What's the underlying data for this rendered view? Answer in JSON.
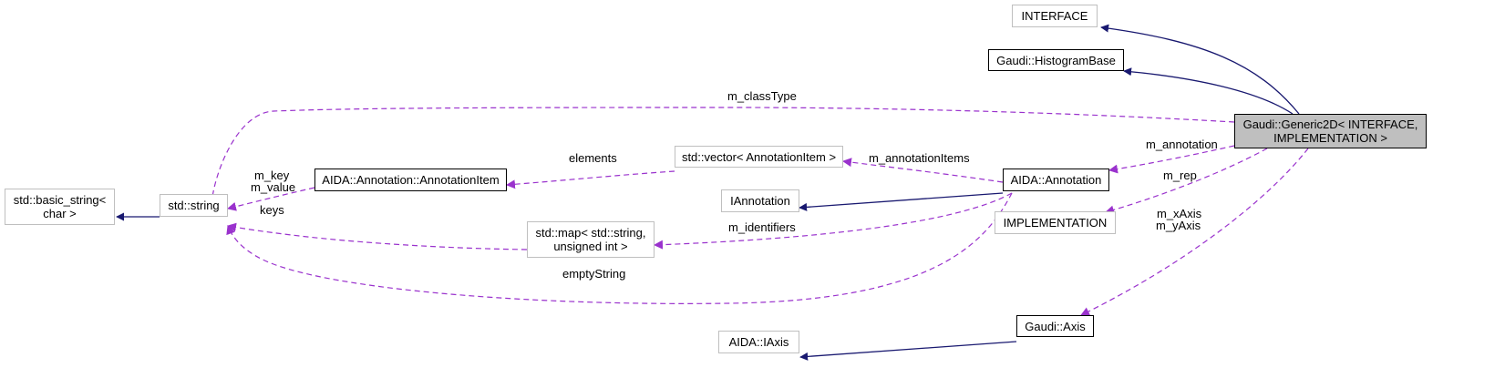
{
  "diagram": {
    "colors": {
      "inherit": "#191970",
      "member": "#9a32cd",
      "node_border_gray": "#bfbfbf",
      "focus_fill": "#bfbfbf"
    },
    "nodes": {
      "interface": "INTERFACE",
      "histogram_base": "Gaudi::HistogramBase",
      "generic2d_line1": "Gaudi::Generic2D< INTERFACE,",
      "generic2d_line2": "IMPLEMENTATION >",
      "basic_string_line1": "std::basic_string<",
      "basic_string_line2": "char >",
      "std_string": "std::string",
      "annotation_item": "AIDA::Annotation::AnnotationItem",
      "vector_annotation_item": "std::vector< AnnotationItem >",
      "iannotation": "IAnnotation",
      "aida_annotation": "AIDA::Annotation",
      "implementation": "IMPLEMENTATION",
      "map_line1": "std::map< std::string,",
      "map_line2": "unsigned int >",
      "aida_iaxis": "AIDA::IAxis",
      "gaudi_axis": "Gaudi::Axis"
    },
    "edge_labels": {
      "class_type": "m_classType",
      "key": "m_key",
      "value": "m_value",
      "keys": "keys",
      "elements": "elements",
      "annotation_items": "m_annotationItems",
      "annotation": "m_annotation",
      "rep": "m_rep",
      "identifiers": "m_identifiers",
      "empty_string": "emptyString",
      "x_axis": "m_xAxis",
      "y_axis": "m_yAxis"
    }
  }
}
